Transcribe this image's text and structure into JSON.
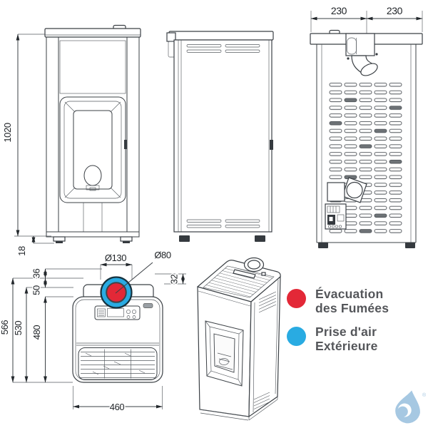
{
  "colors": {
    "red": "#e32837",
    "blue": "#29abe2",
    "line": "#3b4045",
    "legend_text": "#54565a",
    "logo_blue": "#a6c8e2"
  },
  "dimensions": {
    "front_height": "1020",
    "base_height": "18",
    "back_left": "230",
    "back_right": "230",
    "flue_ring": "Ø130",
    "flue_pipe": "Ø80",
    "top_offset_36": "36",
    "top_offset_50": "50",
    "top_offset_32": "32",
    "depth_total": "566",
    "depth_body": "530",
    "depth_front": "480",
    "width_front": "460"
  },
  "legend": {
    "flue": {
      "line1": "Évacuation",
      "line2": "des Fumées"
    },
    "air": {
      "line1": "Prise d'air",
      "line2": "Extérieure"
    }
  },
  "logo": {
    "registered_mark": "®"
  }
}
